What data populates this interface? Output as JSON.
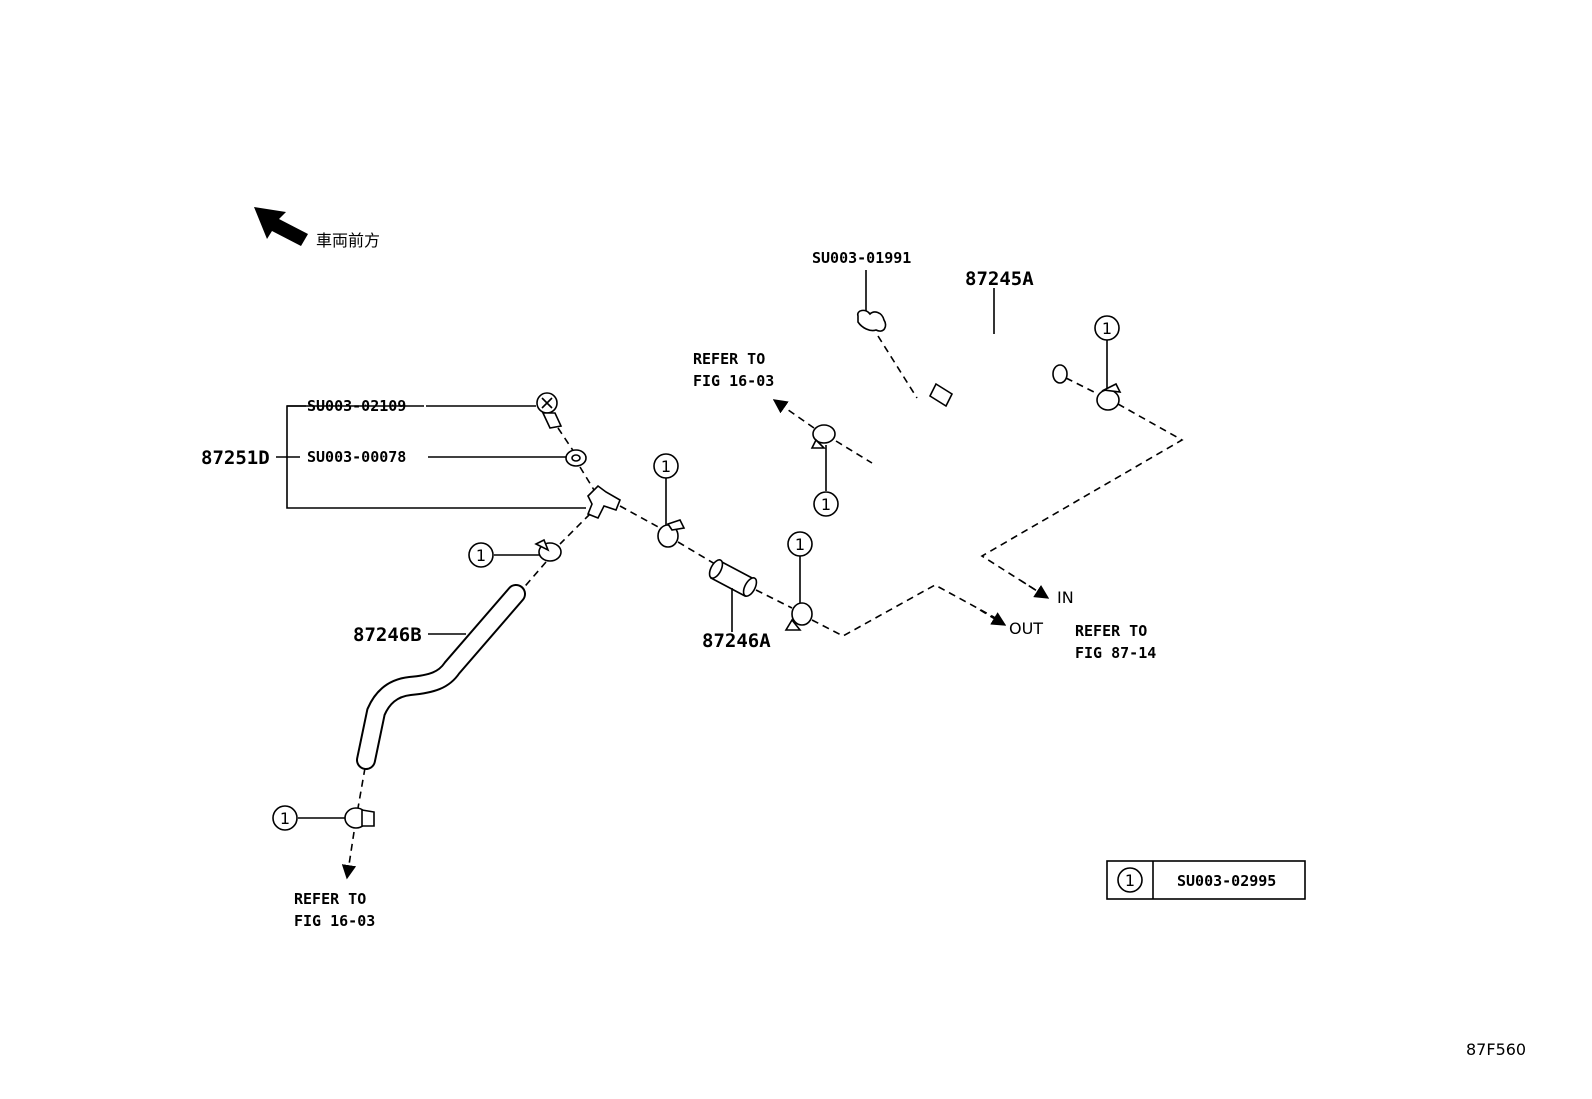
{
  "front_label": "車両前方",
  "parts": {
    "hose_upper": "87245A",
    "hose_middle": "87246A",
    "hose_lower": "87246B",
    "tee_assembly": "87251D"
  },
  "sub_parts": {
    "clip_upper": "SU003-01991",
    "screw": "SU003-02109",
    "washer": "SU003-00078"
  },
  "callout_symbol": "1",
  "refer_upper_left": [
    "REFER TO",
    "FIG 16-03"
  ],
  "refer_bottom": [
    "REFER TO",
    "FIG 16-03"
  ],
  "refer_right": [
    "REFER TO",
    "FIG 87-14"
  ],
  "flow": {
    "in": "IN",
    "out": "OUT"
  },
  "legend": {
    "symbol": "1",
    "part": "SU003-02995"
  },
  "figure_code": "87F560"
}
